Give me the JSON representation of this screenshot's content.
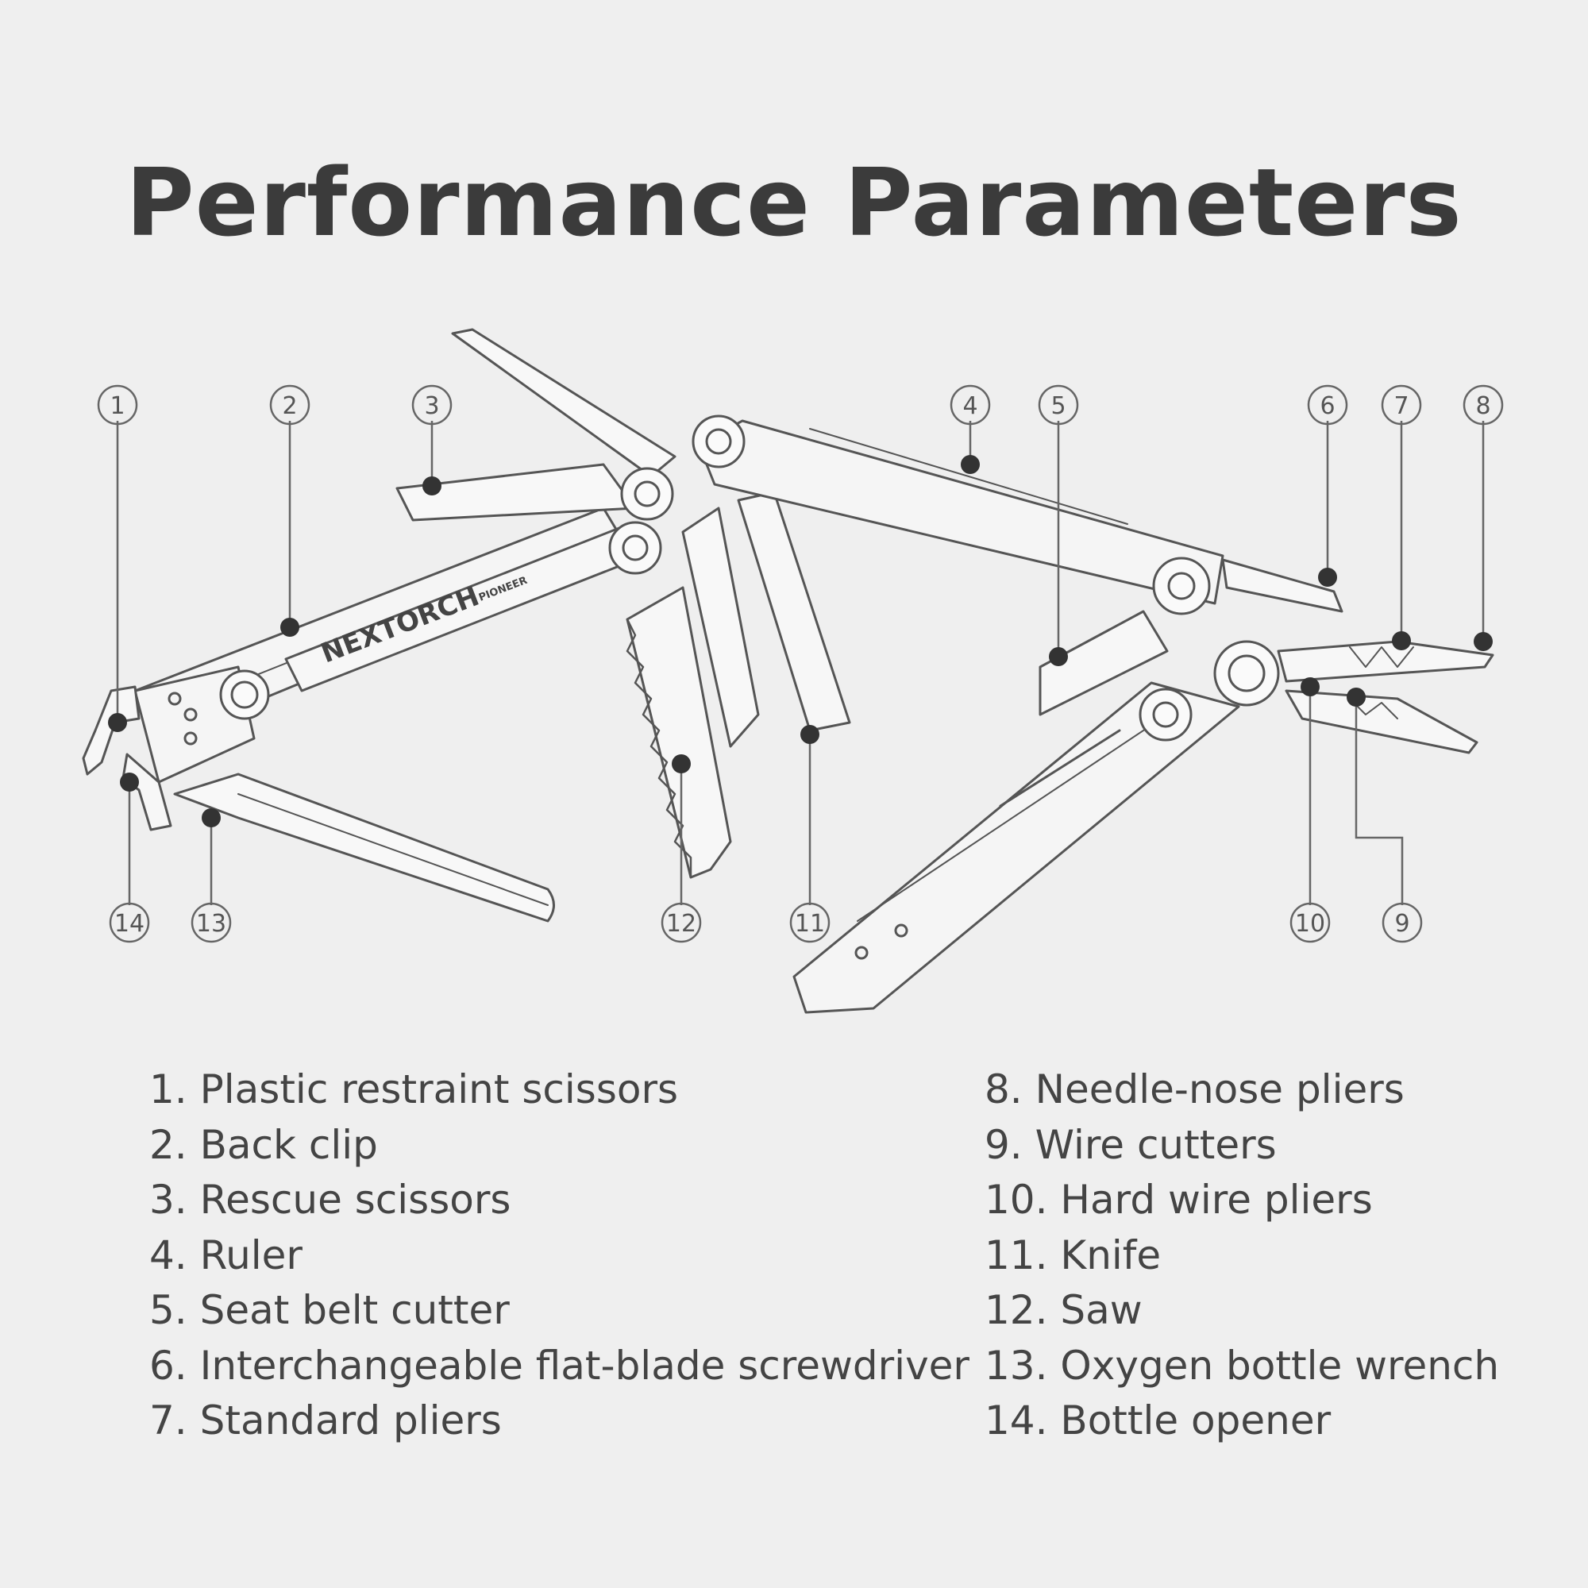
{
  "title": "Performance Parameters",
  "brand": {
    "logo_text": "NEXTORCH",
    "model_text": "PIONEER"
  },
  "callouts": [
    "1",
    "2",
    "3",
    "4",
    "5",
    "6",
    "7",
    "8",
    "9",
    "10",
    "11",
    "12",
    "13",
    "14"
  ],
  "legend_left": [
    "1. Plastic restraint scissors",
    "2. Back clip",
    "3. Rescue scissors",
    "4. Ruler",
    "5. Seat belt cutter",
    "6. Interchangeable flat-blade screwdriver",
    "7. Standard pliers"
  ],
  "legend_right": [
    "8. Needle-nose pliers",
    "9. Wire cutters",
    "10. Hard wire pliers",
    "11. Knife",
    "12. Saw",
    "13. Oxygen bottle wrench",
    "14. Bottle opener"
  ]
}
